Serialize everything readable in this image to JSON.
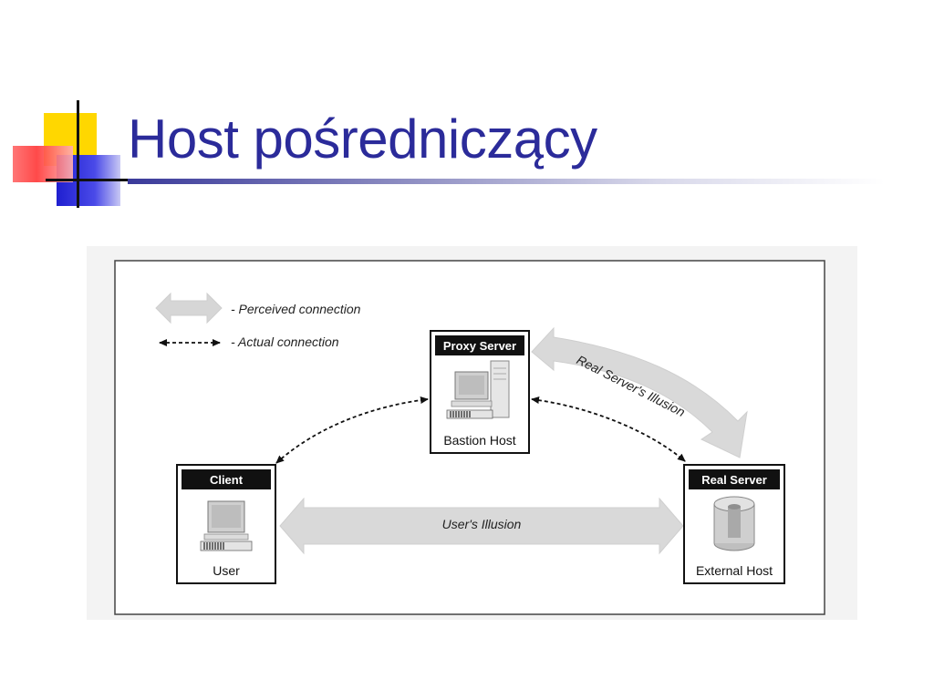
{
  "slide": {
    "title": "Host pośredniczący"
  },
  "diagram": {
    "legend": {
      "perceived": "- Perceived connection",
      "actual": "- Actual connection"
    },
    "nodes": {
      "proxy": {
        "header": "Proxy Server",
        "caption": "Bastion Host"
      },
      "client": {
        "header": "Client",
        "caption": "User"
      },
      "real": {
        "header": "Real Server",
        "caption": "External Host"
      }
    },
    "illusions": {
      "real_server": "Real Server's Illusion",
      "user": "User's Illusion"
    }
  },
  "colors": {
    "title": "#2b2b9a",
    "accent_yellow": "#ffd700",
    "accent_blue": "#1f1fd0",
    "accent_red": "#ff3a3a",
    "arrow_fill": "#d9d9d9"
  }
}
